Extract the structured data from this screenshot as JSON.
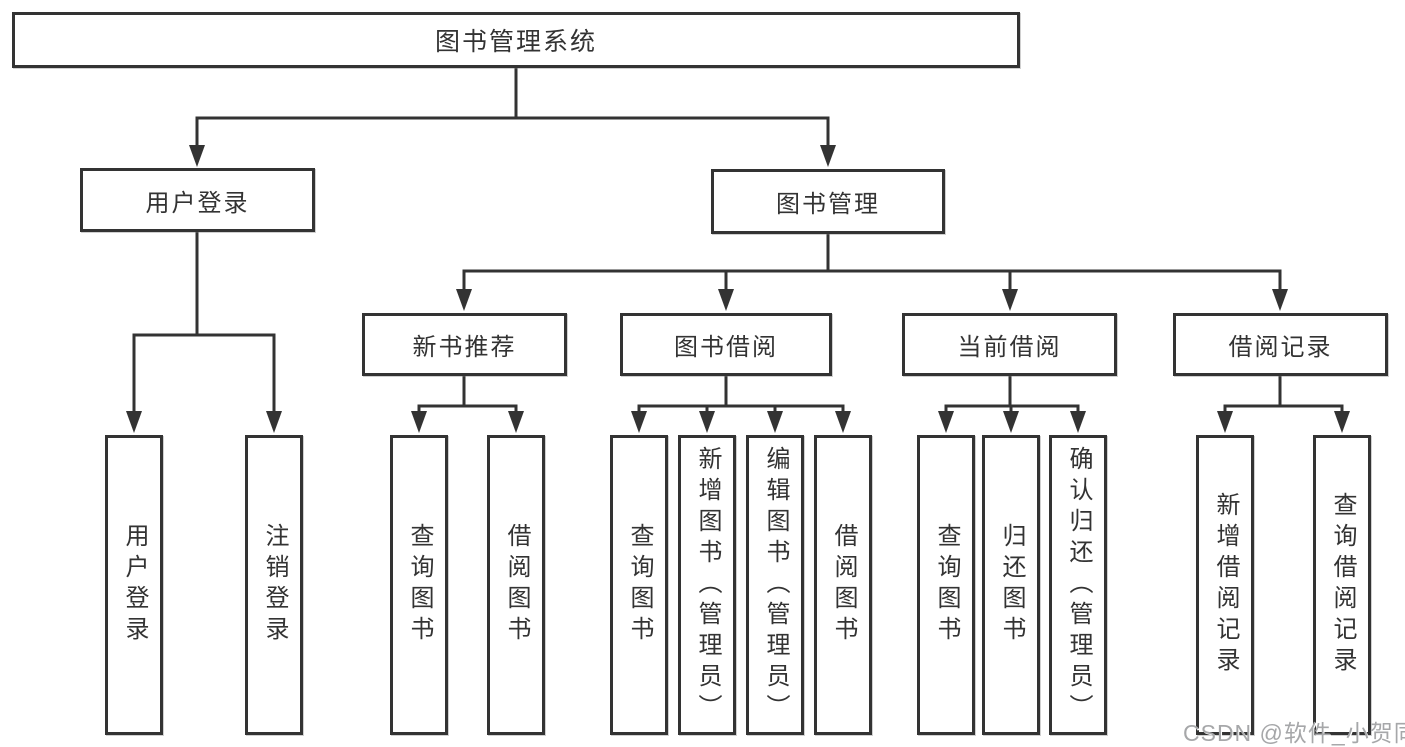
{
  "diagram": {
    "root_label": "图书管理系统",
    "branches": [
      {
        "label": "用户登录",
        "children": [
          {
            "label": "用户登录"
          },
          {
            "label": "注销登录"
          }
        ]
      },
      {
        "label": "图书管理",
        "children": [
          {
            "label": "新书推荐",
            "children": [
              {
                "label": "查询图书"
              },
              {
                "label": "借阅图书"
              }
            ]
          },
          {
            "label": "图书借阅",
            "children": [
              {
                "label": "查询图书"
              },
              {
                "label": "新增图书（管理员）"
              },
              {
                "label": "编辑图书（管理员）"
              },
              {
                "label": "借阅图书"
              }
            ]
          },
          {
            "label": "当前借阅",
            "children": [
              {
                "label": "查询图书"
              },
              {
                "label": "归还图书"
              },
              {
                "label": "确认归还（管理员）"
              }
            ]
          },
          {
            "label": "借阅记录",
            "children": [
              {
                "label": "新增借阅记录"
              },
              {
                "label": "查询借阅记录"
              }
            ]
          }
        ]
      }
    ]
  },
  "watermark": {
    "text": "CSDN @软件_小贺同学"
  },
  "colors": {
    "line": "#333333",
    "text": "#333333",
    "box_fill": "#ffffff",
    "watermark": "#a6a7a9"
  }
}
